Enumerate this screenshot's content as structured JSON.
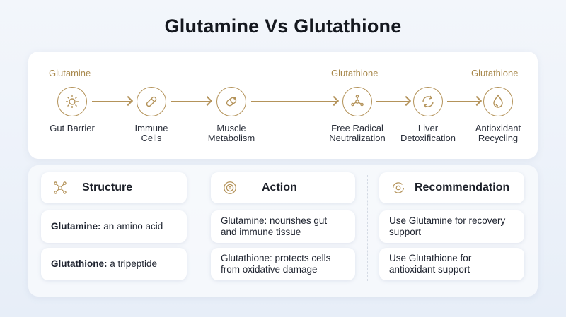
{
  "title": "Glutamine Vs Glutathione",
  "flow": {
    "groups": [
      {
        "label": "Glutamine"
      },
      {
        "label": "Glutathione"
      },
      {
        "label": "Glutathione"
      }
    ],
    "steps": [
      {
        "label_line1": "Gut Barrier",
        "label_line2": "",
        "icon": "sun-burst-icon"
      },
      {
        "label_line1": "Immune",
        "label_line2": "Cells",
        "icon": "capsule-icon"
      },
      {
        "label_line1": "Muscle",
        "label_line2": "Metabolism",
        "icon": "pill-icon"
      },
      {
        "label_line1": "Free Radical",
        "label_line2": "Neutralization",
        "icon": "molecule-icon"
      },
      {
        "label_line1": "Liver",
        "label_line2": "Detoxification",
        "icon": "recycle-icon"
      },
      {
        "label_line1": "Antioxidant",
        "label_line2": "Recycling",
        "icon": "drop-icon"
      }
    ]
  },
  "columns": [
    {
      "heading": "Structure",
      "icon": "network-icon",
      "items": [
        {
          "bold": "Glutamine:",
          "text": " an amino acid"
        },
        {
          "bold": "Glutathione:",
          "text": " a tripeptide"
        }
      ]
    },
    {
      "heading": "Action",
      "icon": "target-icon",
      "items": [
        {
          "bold": "",
          "text": "Glutamine: nourishes gut and immune tissue"
        },
        {
          "bold": "",
          "text": "Glutathione: protects cells from oxidative damage"
        }
      ]
    },
    {
      "heading": "Recommendation",
      "icon": "refresh-icon",
      "items": [
        {
          "bold": "",
          "text": "Use Glutamine for recovery support"
        },
        {
          "bold": "",
          "text": "Use Glutathione for antioxidant support"
        }
      ]
    }
  ],
  "colors": {
    "accent": "#b4935a",
    "label_gold": "#a8884c"
  }
}
